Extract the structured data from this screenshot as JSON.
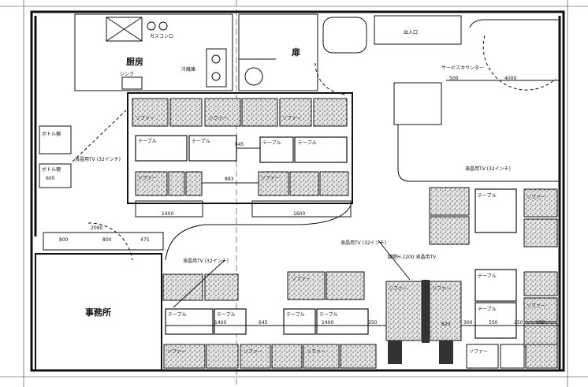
{
  "title": "店舗平面図",
  "rooms": {
    "kitchen": "厨房",
    "door": "扉",
    "entrance": "出入口",
    "service_counter": "サービスカウンター",
    "office": "事務所"
  },
  "fixtures": {
    "bottle_shelf_1": "ボトル棚",
    "bottle_shelf_2": "ボトル棚",
    "gas_stove": "ガスコンロ",
    "refrigerator": "冷蔵庫",
    "sink": "シンク"
  },
  "tv_labels": {
    "tv_upper_left": "液晶用TV (32インチ)",
    "tv_right": "液晶用TV (32インチ)",
    "tv_lower_left": "液晶用TV (32インチ)",
    "tv_center": "液晶用TV (32インチ)",
    "partition": "腰壁H.1200 液晶用TV"
  },
  "furniture": {
    "sofa": "ソファー",
    "table": "テーブル"
  },
  "dimensions": {
    "d1400_upper": "1400",
    "d1600": "1600",
    "d645_upper": "645",
    "d883": "883",
    "d2090": "2090",
    "d800a": "800",
    "d800b": "800",
    "d475": "475",
    "d500": "500",
    "d4000": "4000",
    "d600": "600",
    "d1400_lower": "1400",
    "d645_lower": "645",
    "d1400_lower2": "1400",
    "d350": "350",
    "d620": "620",
    "d300": "300",
    "d550": "550",
    "d250": "250",
    "d450": "450"
  }
}
